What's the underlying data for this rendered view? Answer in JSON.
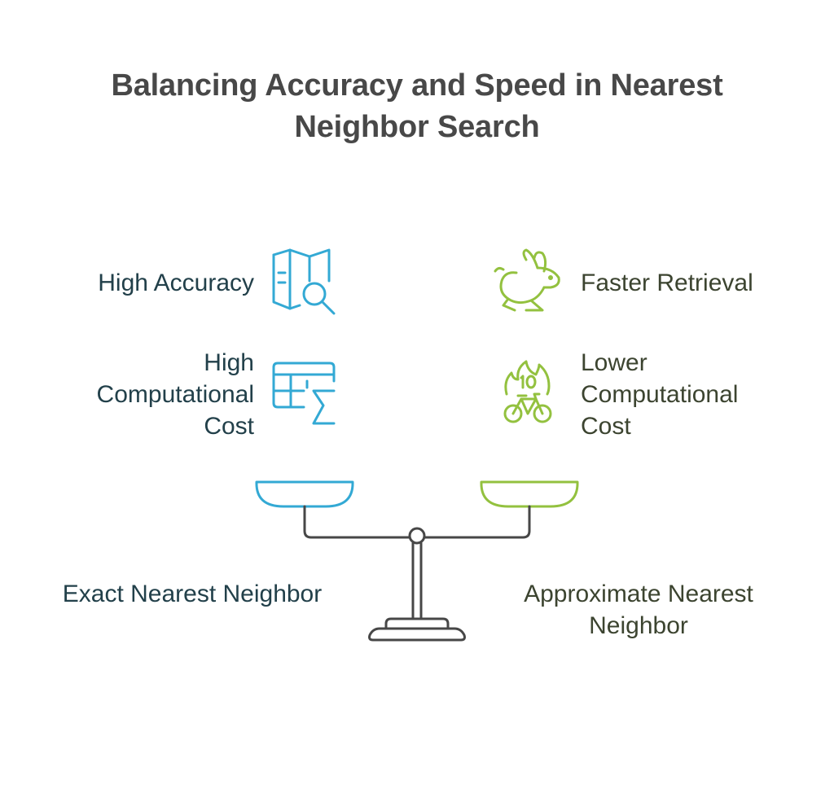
{
  "title": {
    "line1": "Balancing Accuracy and Speed in Nearest",
    "line2": "Neighbor Search"
  },
  "left": {
    "name": "Exact Nearest Neighbor",
    "attributes": [
      {
        "lines": [
          "High Accuracy"
        ],
        "icon": "map-search-icon"
      },
      {
        "lines": [
          "High",
          "Computational",
          "Cost"
        ],
        "icon": "spreadsheet-sum-icon"
      }
    ]
  },
  "right": {
    "name_lines": [
      "Approximate Nearest",
      "Neighbor"
    ],
    "attributes": [
      {
        "lines": [
          "Faster Retrieval"
        ],
        "icon": "rabbit-icon"
      },
      {
        "lines": [
          "Lower",
          "Computational",
          "Cost"
        ],
        "icon": "bicycle-icon"
      }
    ]
  },
  "colors": {
    "left_accent": "#33a9d4",
    "right_accent": "#93c13f",
    "scale": "#474747",
    "title": "#484848",
    "left_text": "#22404a",
    "right_text": "#3c4430"
  }
}
